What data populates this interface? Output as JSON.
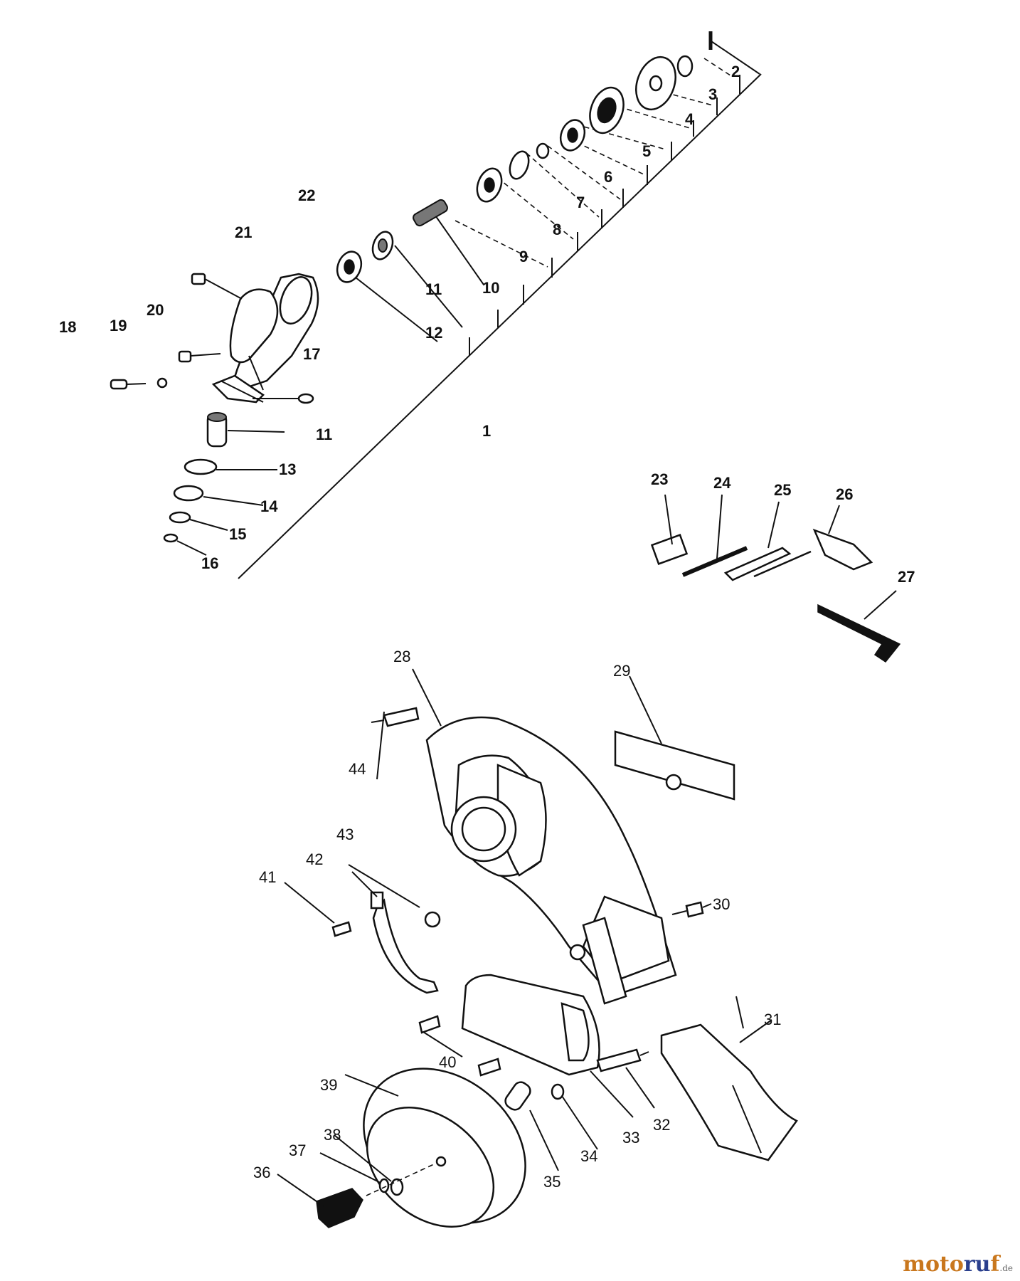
{
  "diagram": {
    "part_labels": [
      "1",
      "2",
      "3",
      "4",
      "5",
      "6",
      "7",
      "8",
      "9",
      "10",
      "11",
      "12",
      "13",
      "14",
      "15",
      "16",
      "17",
      "18",
      "19",
      "20",
      "21",
      "22",
      "11",
      "23",
      "24",
      "25",
      "26",
      "27",
      "28",
      "29",
      "30",
      "31",
      "32",
      "33",
      "34",
      "35",
      "36",
      "37",
      "38",
      "39",
      "40",
      "41",
      "42",
      "43",
      "44"
    ]
  },
  "watermark": {
    "part1": "moto",
    "part2": "ru",
    "part3": "f",
    "suffix": ".de"
  }
}
